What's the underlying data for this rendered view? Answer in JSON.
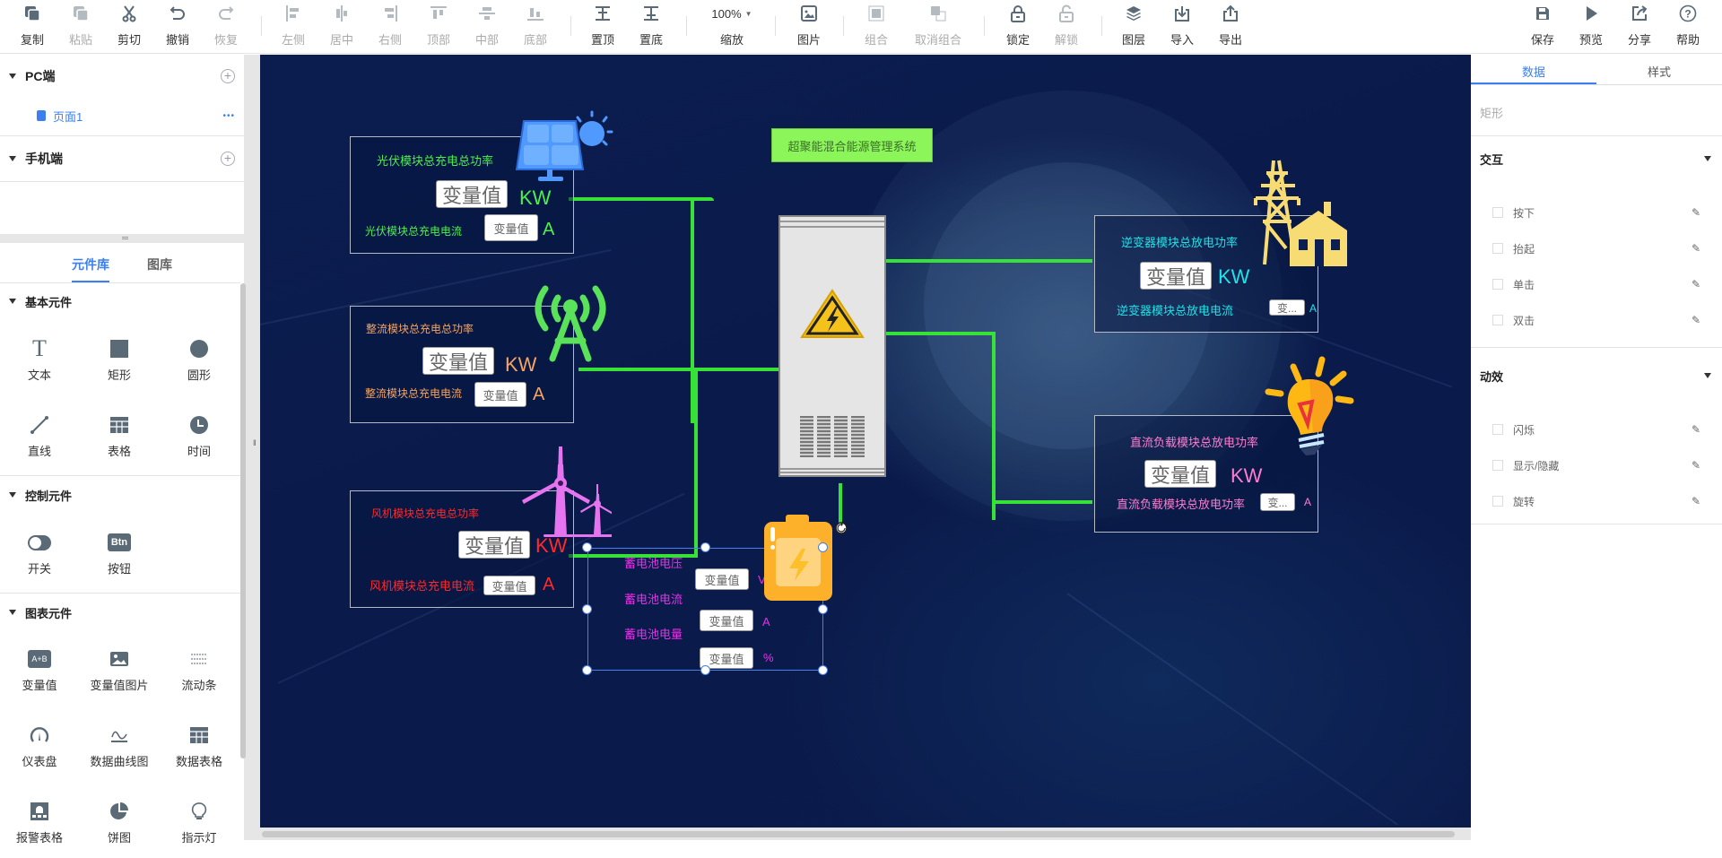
{
  "toolbar": {
    "items": [
      {
        "label": "复制",
        "icon": "copy-icon",
        "enabled": true
      },
      {
        "label": "粘贴",
        "icon": "paste-icon",
        "enabled": false
      },
      {
        "label": "剪切",
        "icon": "scissors-icon",
        "enabled": true
      },
      {
        "label": "撤销",
        "icon": "undo-icon",
        "enabled": true
      },
      {
        "label": "恢复",
        "icon": "redo-icon",
        "enabled": false
      },
      {
        "label": "左侧",
        "icon": "align-left-icon",
        "enabled": false
      },
      {
        "label": "居中",
        "icon": "align-center-icon",
        "enabled": false
      },
      {
        "label": "右侧",
        "icon": "align-right-icon",
        "enabled": false
      },
      {
        "label": "顶部",
        "icon": "align-top-icon",
        "enabled": false
      },
      {
        "label": "中部",
        "icon": "align-middle-icon",
        "enabled": false
      },
      {
        "label": "底部",
        "icon": "align-bottom-icon",
        "enabled": false
      },
      {
        "label": "置顶",
        "icon": "bring-to-front-icon",
        "enabled": true
      },
      {
        "label": "置底",
        "icon": "send-to-back-icon",
        "enabled": true
      },
      {
        "label": "缩放",
        "icon": "zoom-dropdown",
        "enabled": true,
        "value": "100%"
      },
      {
        "label": "图片",
        "icon": "image-icon",
        "enabled": true
      },
      {
        "label": "组合",
        "icon": "group-icon",
        "enabled": false
      },
      {
        "label": "取消组合",
        "icon": "ungroup-icon",
        "enabled": false
      },
      {
        "label": "锁定",
        "icon": "lock-icon",
        "enabled": true
      },
      {
        "label": "解锁",
        "icon": "unlock-icon",
        "enabled": false
      },
      {
        "label": "图层",
        "icon": "layers-icon",
        "enabled": true
      },
      {
        "label": "导入",
        "icon": "import-icon",
        "enabled": true
      },
      {
        "label": "导出",
        "icon": "export-icon",
        "enabled": true
      },
      {
        "label": "保存",
        "icon": "save-icon",
        "enabled": true
      },
      {
        "label": "预览",
        "icon": "play-icon",
        "enabled": true
      },
      {
        "label": "分享",
        "icon": "share-icon",
        "enabled": true
      },
      {
        "label": "帮助",
        "icon": "help-icon",
        "enabled": true
      }
    ]
  },
  "left_panel": {
    "pc_section": "PC端",
    "pages": [
      {
        "label": "页面1",
        "more": "•••"
      }
    ],
    "mobile_section": "手机端",
    "tabs": [
      {
        "label": "元件库",
        "active": true
      },
      {
        "label": "图库",
        "active": false
      }
    ],
    "groups": [
      {
        "title": "基本元件",
        "items": [
          {
            "label": "文本",
            "icon": "text-icon"
          },
          {
            "label": "矩形",
            "icon": "rectangle-icon"
          },
          {
            "label": "圆形",
            "icon": "circle-icon"
          },
          {
            "label": "直线",
            "icon": "line-icon"
          },
          {
            "label": "表格",
            "icon": "table-icon"
          },
          {
            "label": "时间",
            "icon": "clock-icon"
          }
        ]
      },
      {
        "title": "控制元件",
        "items": [
          {
            "label": "开关",
            "icon": "toggle-icon"
          },
          {
            "label": "按钮",
            "icon": "button-icon",
            "glyph": "Btn"
          }
        ]
      },
      {
        "title": "图表元件",
        "items": [
          {
            "label": "变量值",
            "icon": "variable-icon",
            "glyph": "A+B"
          },
          {
            "label": "变量值图片",
            "icon": "variable-image-icon"
          },
          {
            "label": "流动条",
            "icon": "flow-bar-icon"
          },
          {
            "label": "仪表盘",
            "icon": "gauge-icon"
          },
          {
            "label": "数据曲线图",
            "icon": "curve-chart-icon"
          },
          {
            "label": "数据表格",
            "icon": "data-table-icon"
          },
          {
            "label": "报警表格",
            "icon": "alarm-table-icon"
          },
          {
            "label": "饼图",
            "icon": "pie-chart-icon"
          },
          {
            "label": "指示灯",
            "icon": "indicator-light-icon"
          }
        ]
      }
    ]
  },
  "canvas": {
    "title": "超聚能混合能源管理系统",
    "placeholder": "变量值",
    "placeholder_short": "变...",
    "pv": {
      "power_label": "光伏模块总充电总功率",
      "current_label": "光伏模块总充电电流",
      "power_unit": "KW",
      "current_unit": "A",
      "color": "#4cf04c"
    },
    "rect": {
      "power_label": "整流模块总充电总功率",
      "current_label": "整流模块总充电电流",
      "power_unit": "KW",
      "current_unit": "A",
      "color": "#f4a460"
    },
    "wind": {
      "power_label": "风机模块总充电总功率",
      "current_label": "风机模块总充电电流",
      "power_unit": "KW",
      "current_unit": "A",
      "color": "#ff2a2a"
    },
    "inverter": {
      "power_label": "逆变器模块总放电功率",
      "current_label": "逆变器模块总放电电流",
      "power_unit": "KW",
      "current_unit": "A",
      "color": "#1ee3e8"
    },
    "dcload": {
      "power_label": "直流负载模块总放电功率",
      "current_label": "直流负载模块总放电功率",
      "power_unit": "KW",
      "current_unit": "A",
      "color": "#ff7ccf"
    },
    "battery": {
      "voltage_label": "蓄电池电压",
      "current_label": "蓄电池电流",
      "charge_label": "蓄电池电量",
      "voltage_unit": "V",
      "current_unit": "A",
      "charge_unit": "%",
      "color": "#e82ee8"
    },
    "wire_color": "#38e138"
  },
  "right_panel": {
    "tabs": [
      {
        "label": "数据",
        "active": true
      },
      {
        "label": "样式",
        "active": false
      }
    ],
    "selected_type": "矩形",
    "sections": [
      {
        "title": "交互",
        "items": [
          "按下",
          "抬起",
          "单击",
          "双击"
        ]
      },
      {
        "title": "动效",
        "items": [
          "闪烁",
          "显示/隐藏",
          "旋转"
        ]
      }
    ]
  }
}
